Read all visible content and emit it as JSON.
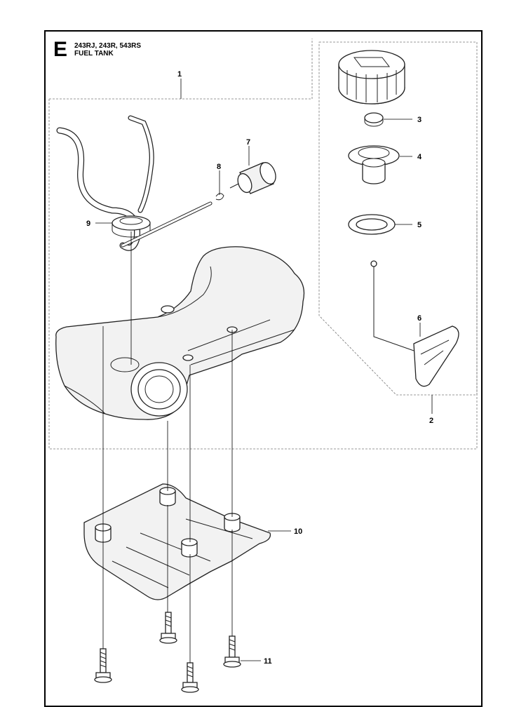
{
  "header": {
    "section_letter": "E",
    "models": "243RJ, 243R, 543RS",
    "title": "FUEL TANK"
  },
  "callouts": [
    "1",
    "2",
    "3",
    "4",
    "5",
    "6",
    "7",
    "8",
    "9",
    "10",
    "11"
  ]
}
